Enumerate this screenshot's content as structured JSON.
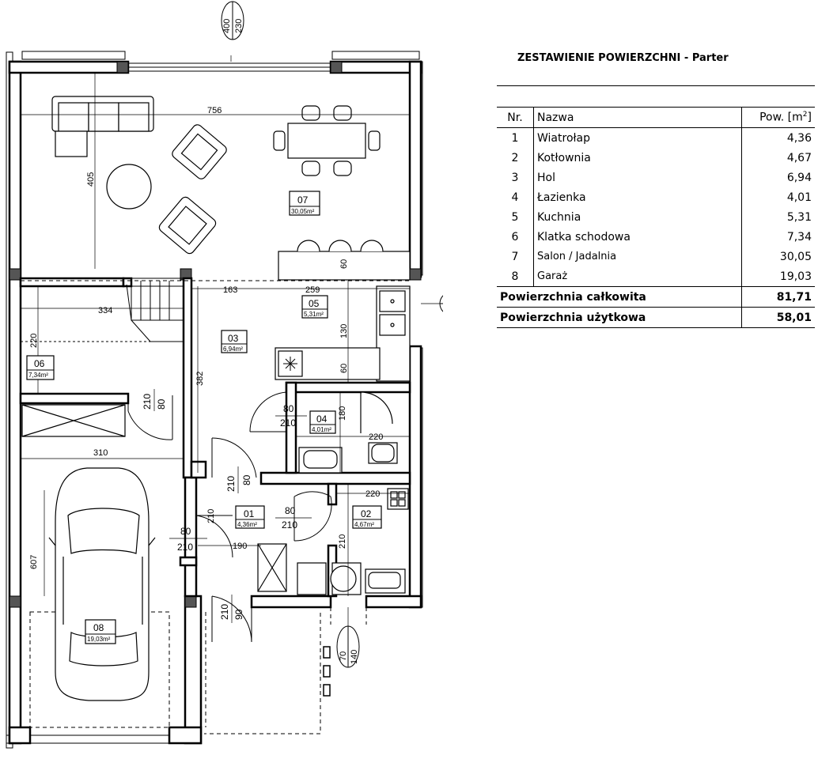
{
  "summary": {
    "title": "ZESTAWIENIE POWIERZCHNI - Parter",
    "columns": {
      "nr": "Nr.",
      "name": "Nazwa",
      "area_prefix": "Pow. [m",
      "area_sup": "2",
      "area_suffix": "]"
    },
    "rooms": [
      {
        "nr": "1",
        "name": "Wiatrołap",
        "area": "4,36"
      },
      {
        "nr": "2",
        "name": "Kotłownia",
        "area": "4,67"
      },
      {
        "nr": "3",
        "name": "Hol",
        "area": "6,94"
      },
      {
        "nr": "4",
        "name": "Łazienka",
        "area": "4,01"
      },
      {
        "nr": "5",
        "name": "Kuchnia",
        "area": "5,31"
      },
      {
        "nr": "6",
        "name": "Klatka schodowa",
        "area": "7,34"
      },
      {
        "nr": "7",
        "name": "Salon / Jadalnia",
        "area": "30,05"
      },
      {
        "nr": "8",
        "name": "Garaż",
        "area": "19,03"
      }
    ],
    "totals": [
      {
        "label": "Powierzchnia całkowita",
        "value": "81,71"
      },
      {
        "label": "Powierzchnia użytkowa",
        "value": "58,01"
      }
    ]
  },
  "plan": {
    "rooms": [
      {
        "id": "07",
        "area": "30,05m²"
      },
      {
        "id": "05",
        "area": "5,31m²"
      },
      {
        "id": "03",
        "area": "6,94m²"
      },
      {
        "id": "06",
        "area": "7,34m²"
      },
      {
        "id": "04",
        "area": "4,01m²"
      },
      {
        "id": "01",
        "area": "4,36m²"
      },
      {
        "id": "02",
        "area": "4,67m²"
      },
      {
        "id": "08",
        "area": "19,03m²"
      }
    ],
    "dimensions": {
      "top_window_w": "400",
      "top_window_h": "230",
      "salon_width": "756",
      "salon_depth": "405",
      "kitchen_window_w": "130",
      "kitchen_window_h": "140",
      "stair_w": "334",
      "hall_dim": "163",
      "kitchen_w": "259",
      "stair_d": "220",
      "kitchen_d1": "60",
      "kitchen_d2": "130",
      "kitchen_d3": "60",
      "hol_d": "382",
      "bath_d": "180",
      "bath_w": "220",
      "garage_w": "310",
      "garage_d": "607",
      "boiler_w": "220",
      "boiler_d": "210",
      "wiatr_d": "210",
      "wiatr_w": "190",
      "front_window_w": "70",
      "front_window_h": "140"
    },
    "doors": {
      "d6_w": "80",
      "d6_h": "210",
      "d4_w": "80",
      "d4_h": "210",
      "dh_w": "80",
      "dh_h": "210",
      "d1_w": "80",
      "d1_h": "210",
      "dg_w": "80",
      "dg_h": "210",
      "de_w": "90",
      "de_h": "210"
    }
  }
}
